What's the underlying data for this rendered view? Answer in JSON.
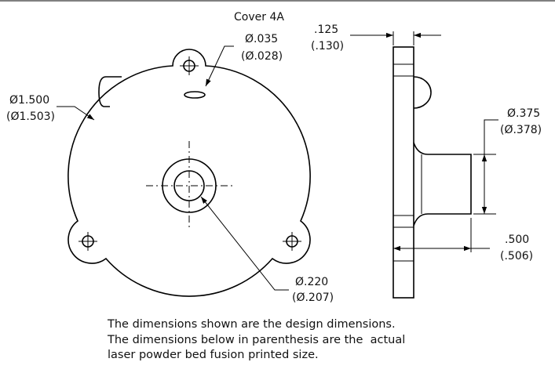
{
  "title": "Cover 4A",
  "front_view": {
    "outer_diameter": {
      "design": "Ø1.500",
      "actual": "(Ø1.503)"
    },
    "top_hole": {
      "design": "Ø.035",
      "actual": "(Ø.028)"
    },
    "center_bore": {
      "design": "Ø.220",
      "actual": "(Ø.207)"
    }
  },
  "side_view": {
    "flange_thickness": {
      "design": ".125",
      "actual": "(.130)"
    },
    "boss_diameter": {
      "design": "Ø.375",
      "actual": "(Ø.378)"
    },
    "boss_length": {
      "design": ".500",
      "actual": "(.506)"
    }
  },
  "note": {
    "line1": "The dimensions shown are the design dimensions.",
    "line2": "The dimensions below in parenthesis are the  actual",
    "line3": "laser powder bed fusion printed size."
  }
}
